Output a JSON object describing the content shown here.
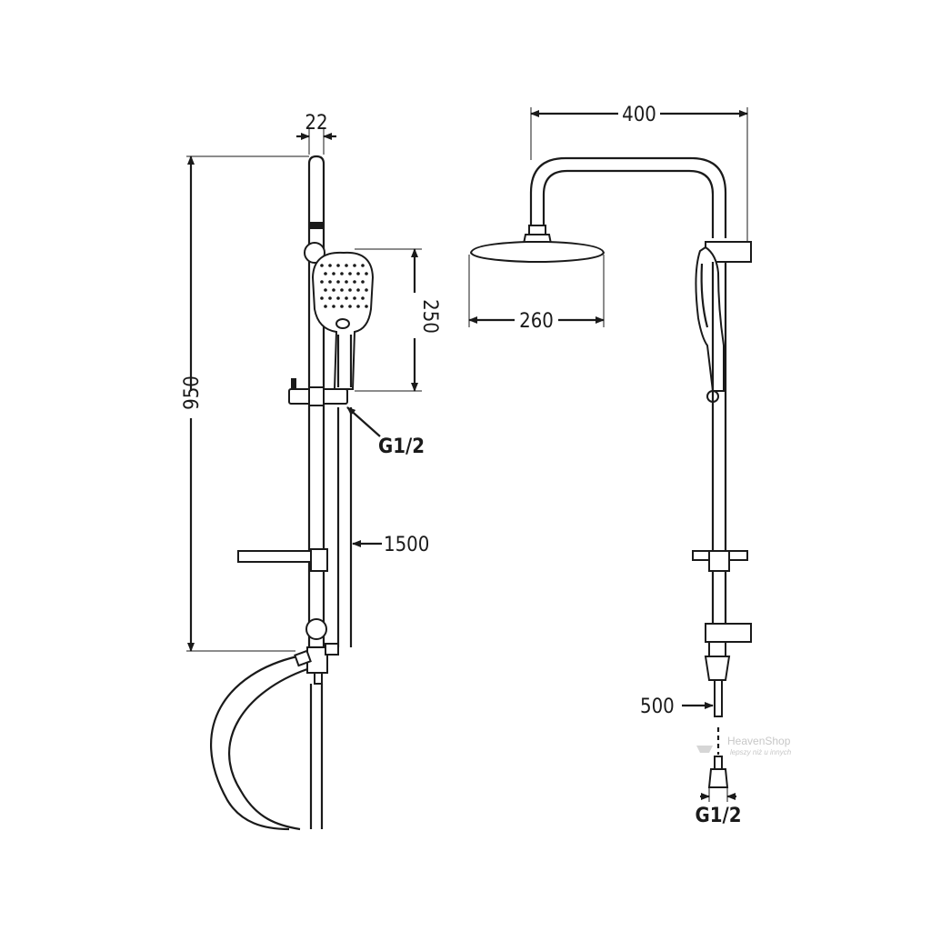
{
  "dimensions": {
    "left_top_width": "22",
    "left_height": "950",
    "hand_shower_height": "250",
    "left_connector": "G1/2",
    "hose_length": "1500",
    "top_width": "400",
    "head_diameter": "260",
    "right_hose_length": "500",
    "right_connector": "G1/2"
  },
  "watermark": {
    "brand": "HeavenShop",
    "tagline": "lepszy niż u innych"
  }
}
